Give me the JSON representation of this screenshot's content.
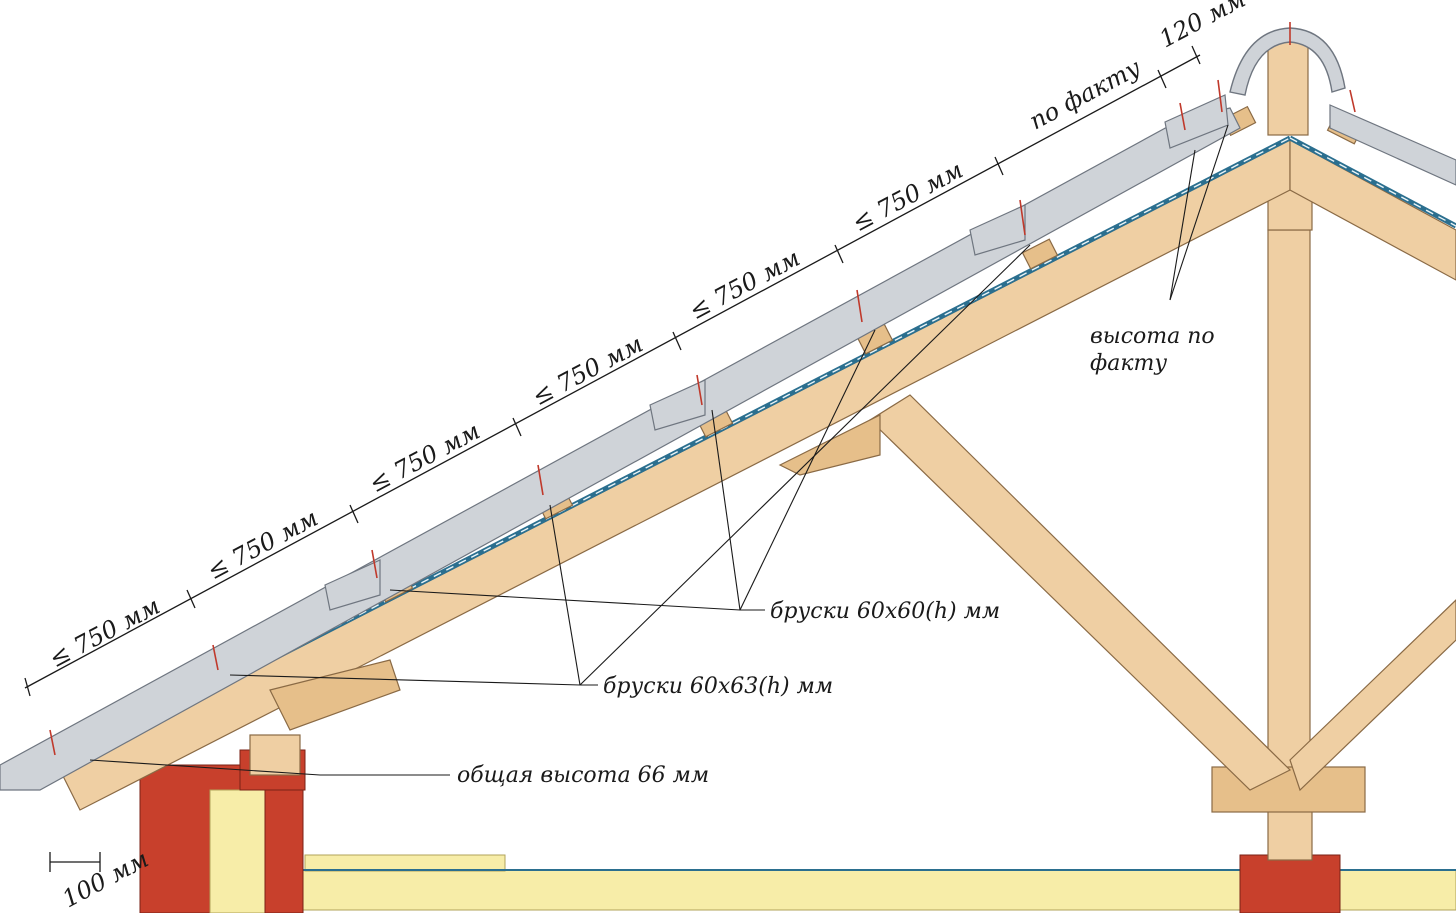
{
  "labels": {
    "spacing": "≤ 750 мм",
    "by_fact": "по факту",
    "ridge_gap": "120 мм",
    "height_by_fact_line1": "высота по",
    "height_by_fact_line2": "факту",
    "battens_60x60": "бруски 60х60(h) мм",
    "battens_60x63": "бруски 60х63(h) мм",
    "total_height": "общая высота 66 мм",
    "overhang": "100 мм"
  },
  "colors": {
    "wood": "#efcfa3",
    "tile": "#cfd3d8",
    "membrane": "#2b6f8f",
    "brick": "#c8402c",
    "insulation": "#f7eda8"
  }
}
